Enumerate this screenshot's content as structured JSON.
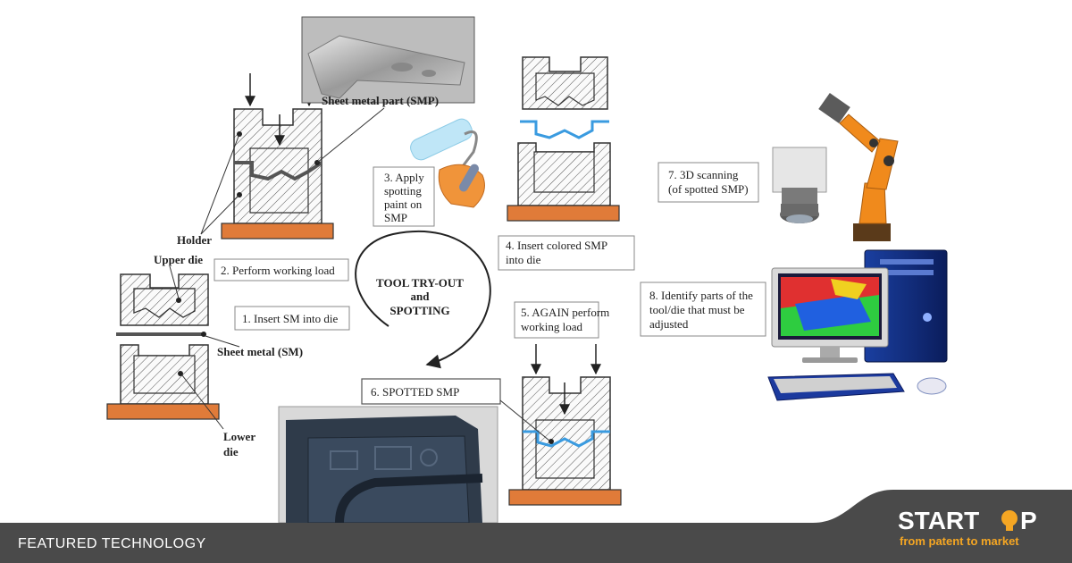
{
  "diagram": {
    "center_title": [
      "TOOL TRY-OUT",
      "and",
      "SPOTTING"
    ],
    "labels": {
      "smp": "Sheet metal part (SMP)",
      "holder": "Holder",
      "upper_die": "Upper die",
      "sheet_metal": "Sheet metal (SM)",
      "lower_die": [
        "Lower",
        "die"
      ]
    },
    "steps": {
      "s1": "1. Insert SM into die",
      "s2": "2. Perform working load",
      "s3": [
        "3. Apply",
        "spotting",
        "paint on",
        "SMP"
      ],
      "s4": [
        "4. Insert colored SMP",
        "into die"
      ],
      "s5": [
        "5. AGAIN perform",
        "working load"
      ],
      "s6": "6. SPOTTED SMP",
      "s7": [
        "7. 3D scanning",
        "(of spotted SMP)"
      ],
      "s8": [
        "8. Identify parts of the",
        "tool/die that must be",
        "adjusted"
      ]
    }
  },
  "footer": {
    "left": "FEATURED TECHNOLOGY",
    "brand": "START",
    "brand_tail": "P",
    "tagline": "from patent to market"
  },
  "colors": {
    "base_plate": "#E07B39",
    "paint_blue": "#3A9BE0",
    "footer_bg": "#4a4a4a",
    "brand_orange": "#F5A623"
  }
}
